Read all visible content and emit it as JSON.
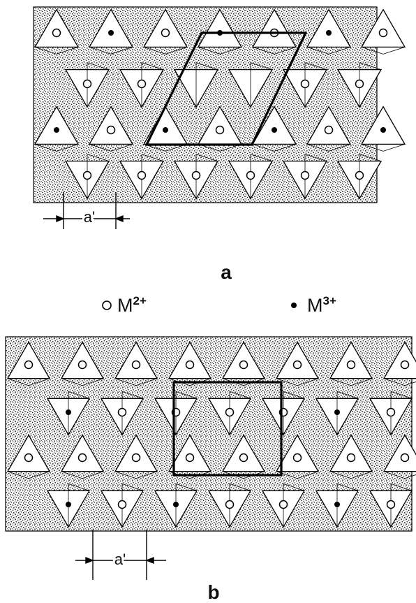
{
  "panel_a": {
    "label": "a",
    "dimension_label": "a'",
    "rows": [
      [
        "open",
        "filled",
        "open",
        "filled",
        "open",
        "filled",
        "open"
      ],
      [
        "open",
        "open",
        "",
        "",
        "open",
        "open"
      ],
      [
        "filled",
        "open",
        "filled",
        "open",
        "filled",
        "open",
        "filled"
      ],
      [
        "open",
        "open",
        "open",
        "open",
        "open",
        "open"
      ]
    ]
  },
  "panel_b": {
    "label": "b",
    "dimension_label": "a'",
    "rows": [
      [
        "open",
        "open",
        "open",
        "open",
        "open",
        "open",
        "open",
        "open"
      ],
      [
        "filled",
        "open",
        "open",
        "open",
        "open",
        "filled",
        "open"
      ],
      [
        "open",
        "open",
        "open",
        "open",
        "open",
        "open",
        "open",
        "open"
      ],
      [
        "filled",
        "open",
        "filled",
        "open",
        "open",
        "filled",
        "open"
      ]
    ]
  },
  "legend": {
    "m2_symbol": "open-circle",
    "m2_text": "M",
    "m2_charge": "2+",
    "m3_symbol": "filled-dot",
    "m3_text": "M",
    "m3_charge": "3+"
  },
  "colors": {
    "stipple": "#1a1a1a",
    "line": "#000000",
    "face": "#ffffff"
  }
}
